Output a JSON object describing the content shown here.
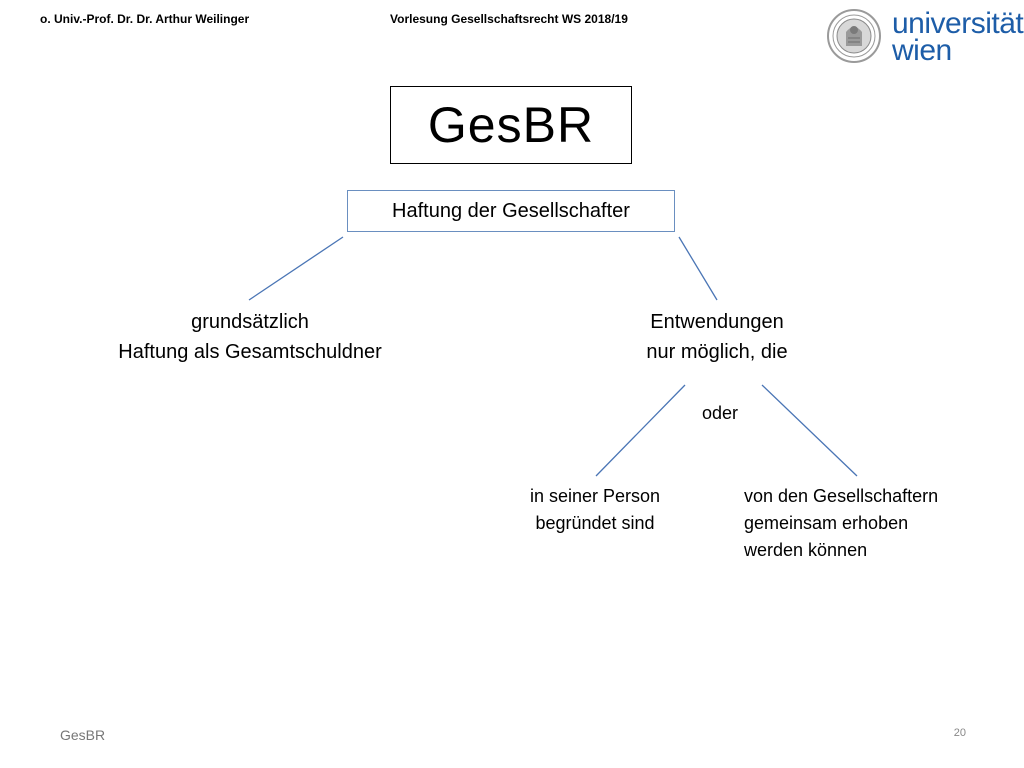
{
  "header": {
    "author": "o. Univ.-Prof. Dr. Dr. Arthur Weilinger",
    "lecture": "Vorlesung Gesellschaftsrecht WS 2018/19"
  },
  "logo": {
    "line1": "universität",
    "line2": "wien"
  },
  "diagram": {
    "title": "GesBR",
    "subtitle": "Haftung der Gesellschafter",
    "left_node": {
      "line1": "grundsätzlich",
      "line2": "Haftung als Gesamtschuldner"
    },
    "right_node": {
      "line1": "Entwendungen",
      "line2": "nur möglich, die"
    },
    "connector_label": "oder",
    "leaf_left": {
      "line1": "in seiner Person",
      "line2": "begründet sind"
    },
    "leaf_right": {
      "line1": "von den Gesellschaftern",
      "line2": "gemeinsam erhoben",
      "line3": "werden können"
    }
  },
  "footer": {
    "label": "GesBR",
    "page_number": "20"
  },
  "colors": {
    "connector": "#4a75b5",
    "logo_blue": "#1d5da8"
  }
}
